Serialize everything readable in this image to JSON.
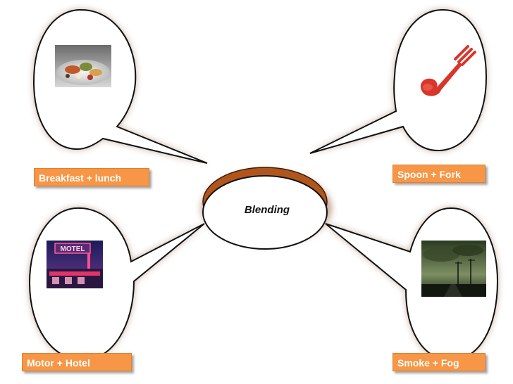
{
  "center": {
    "label": "Blending"
  },
  "bubbles": [
    {
      "label": "Breakfast + lunch",
      "image": "brunch-plate-image"
    },
    {
      "label": "Spoon + Fork",
      "image": "spork-image"
    },
    {
      "label": "Motor + Hotel",
      "image": "motel-sign-image"
    },
    {
      "label": "Smoke + Fog",
      "image": "smog-landscape-image"
    }
  ],
  "colors": {
    "label_fill": "#f79646",
    "center_ring": "#b0551c",
    "outline": "#111111"
  }
}
